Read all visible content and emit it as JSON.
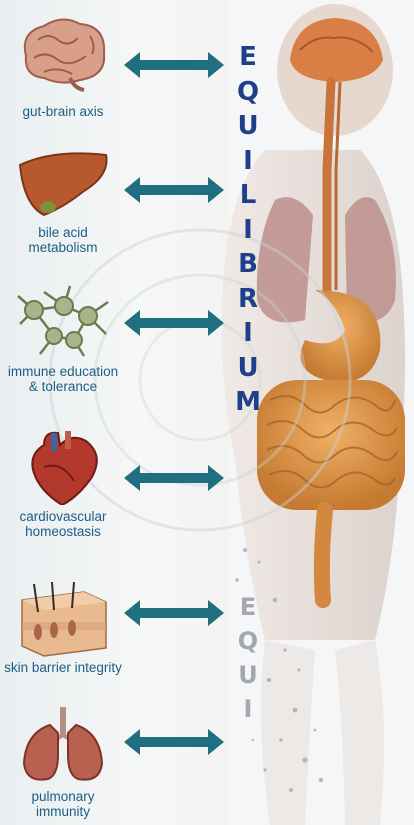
{
  "rows": [
    {
      "label": "gut-brain axis",
      "icon": "brain-icon"
    },
    {
      "label": "bile acid metabolism",
      "icon": "liver-icon"
    },
    {
      "label": "immune education & tolerance",
      "icon": "immune-cells-icon"
    },
    {
      "label": "cardiovascular homeostasis",
      "icon": "heart-icon"
    },
    {
      "label": "skin barrier integrity",
      "icon": "skin-icon"
    },
    {
      "label": "pulmonary immunity",
      "icon": "lungs-icon"
    }
  ],
  "vertical_word": [
    "E",
    "Q",
    "U",
    "I",
    "L",
    "I",
    "B",
    "R",
    "I",
    "U",
    "M"
  ],
  "faded_word": [
    "E",
    "Q",
    "U",
    "I"
  ],
  "colors": {
    "label": "#1b5e84",
    "arrow": "#1f6f80",
    "letters": "#1f3f8a",
    "organ": "#c9743a"
  }
}
